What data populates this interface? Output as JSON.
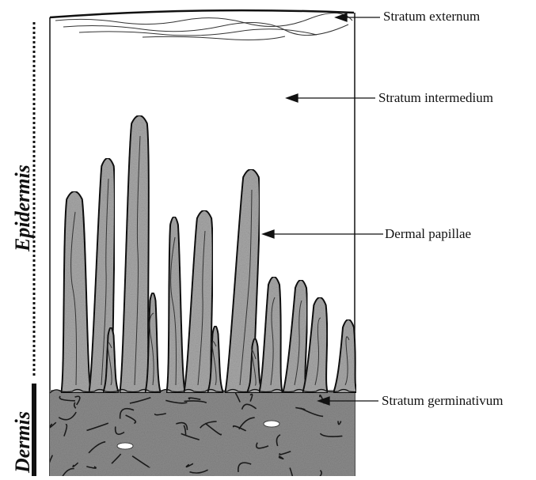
{
  "labels": {
    "stratum_externum": "Stratum externum",
    "stratum_intermedium": "Stratum intermedium",
    "dermal_papillae": "Dermal papillae",
    "stratum_germinativum": "Stratum germinativum"
  },
  "side_labels": {
    "epidermis": "Epidermis",
    "dermis": "Dermis"
  },
  "colors": {
    "papilla_fill": "#a9a9a9",
    "dermis_fill": "#8c8c8c",
    "outline": "#111111"
  }
}
